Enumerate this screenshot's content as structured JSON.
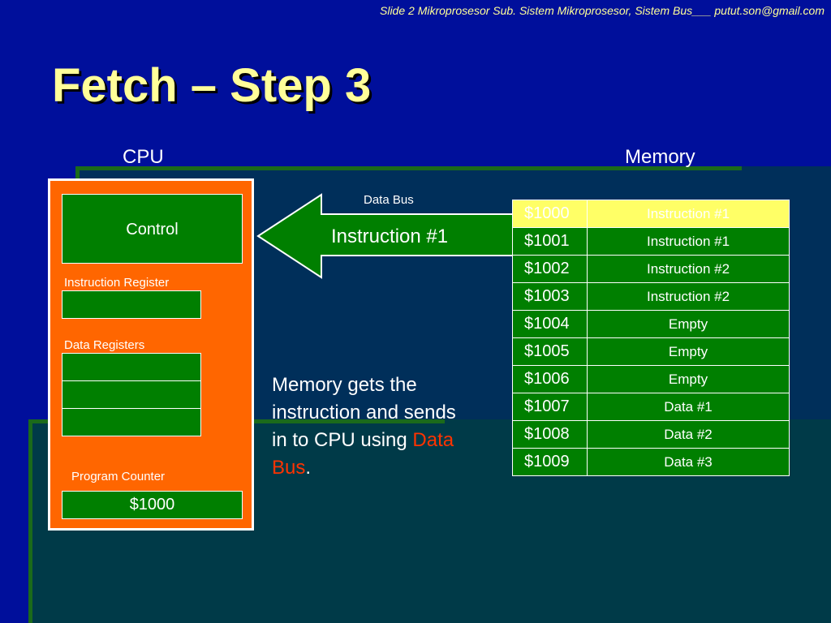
{
  "header": "Slide 2 Mikroprosesor Sub. Sistem Mikroprosesor, Sistem Bus___ putut.son@gmail.com",
  "title": "Fetch – Step 3",
  "cpu": {
    "heading": "CPU",
    "control_label": "Control",
    "instruction_register_label": "Instruction Register",
    "data_registers_label": "Data Registers",
    "program_counter_label": "Program Counter",
    "program_counter_value": "$1000"
  },
  "bus": {
    "label": "Data Bus",
    "payload": "Instruction #1"
  },
  "memory": {
    "heading": "Memory",
    "rows": [
      {
        "address": "$1000",
        "value": "Instruction #1"
      },
      {
        "address": "$1001",
        "value": "Instruction #1"
      },
      {
        "address": "$1002",
        "value": "Instruction #2"
      },
      {
        "address": "$1003",
        "value": "Instruction #2"
      },
      {
        "address": "$1004",
        "value": "Empty"
      },
      {
        "address": "$1005",
        "value": "Empty"
      },
      {
        "address": "$1006",
        "value": "Empty"
      },
      {
        "address": "$1007",
        "value": "Data #1"
      },
      {
        "address": "$1008",
        "value": "Data #2"
      },
      {
        "address": "$1009",
        "value": "Data #3"
      }
    ]
  },
  "description": {
    "text_before": "Memory gets the instruction and sends in to CPU using ",
    "highlight": "Data Bus",
    "text_after": "."
  },
  "colors": {
    "background": "#000f9b",
    "title": "#ffff99",
    "cpu_box": "#ff6600",
    "register": "#007f00",
    "highlight_row": "#ffff66",
    "accent_text": "#ff3300"
  }
}
